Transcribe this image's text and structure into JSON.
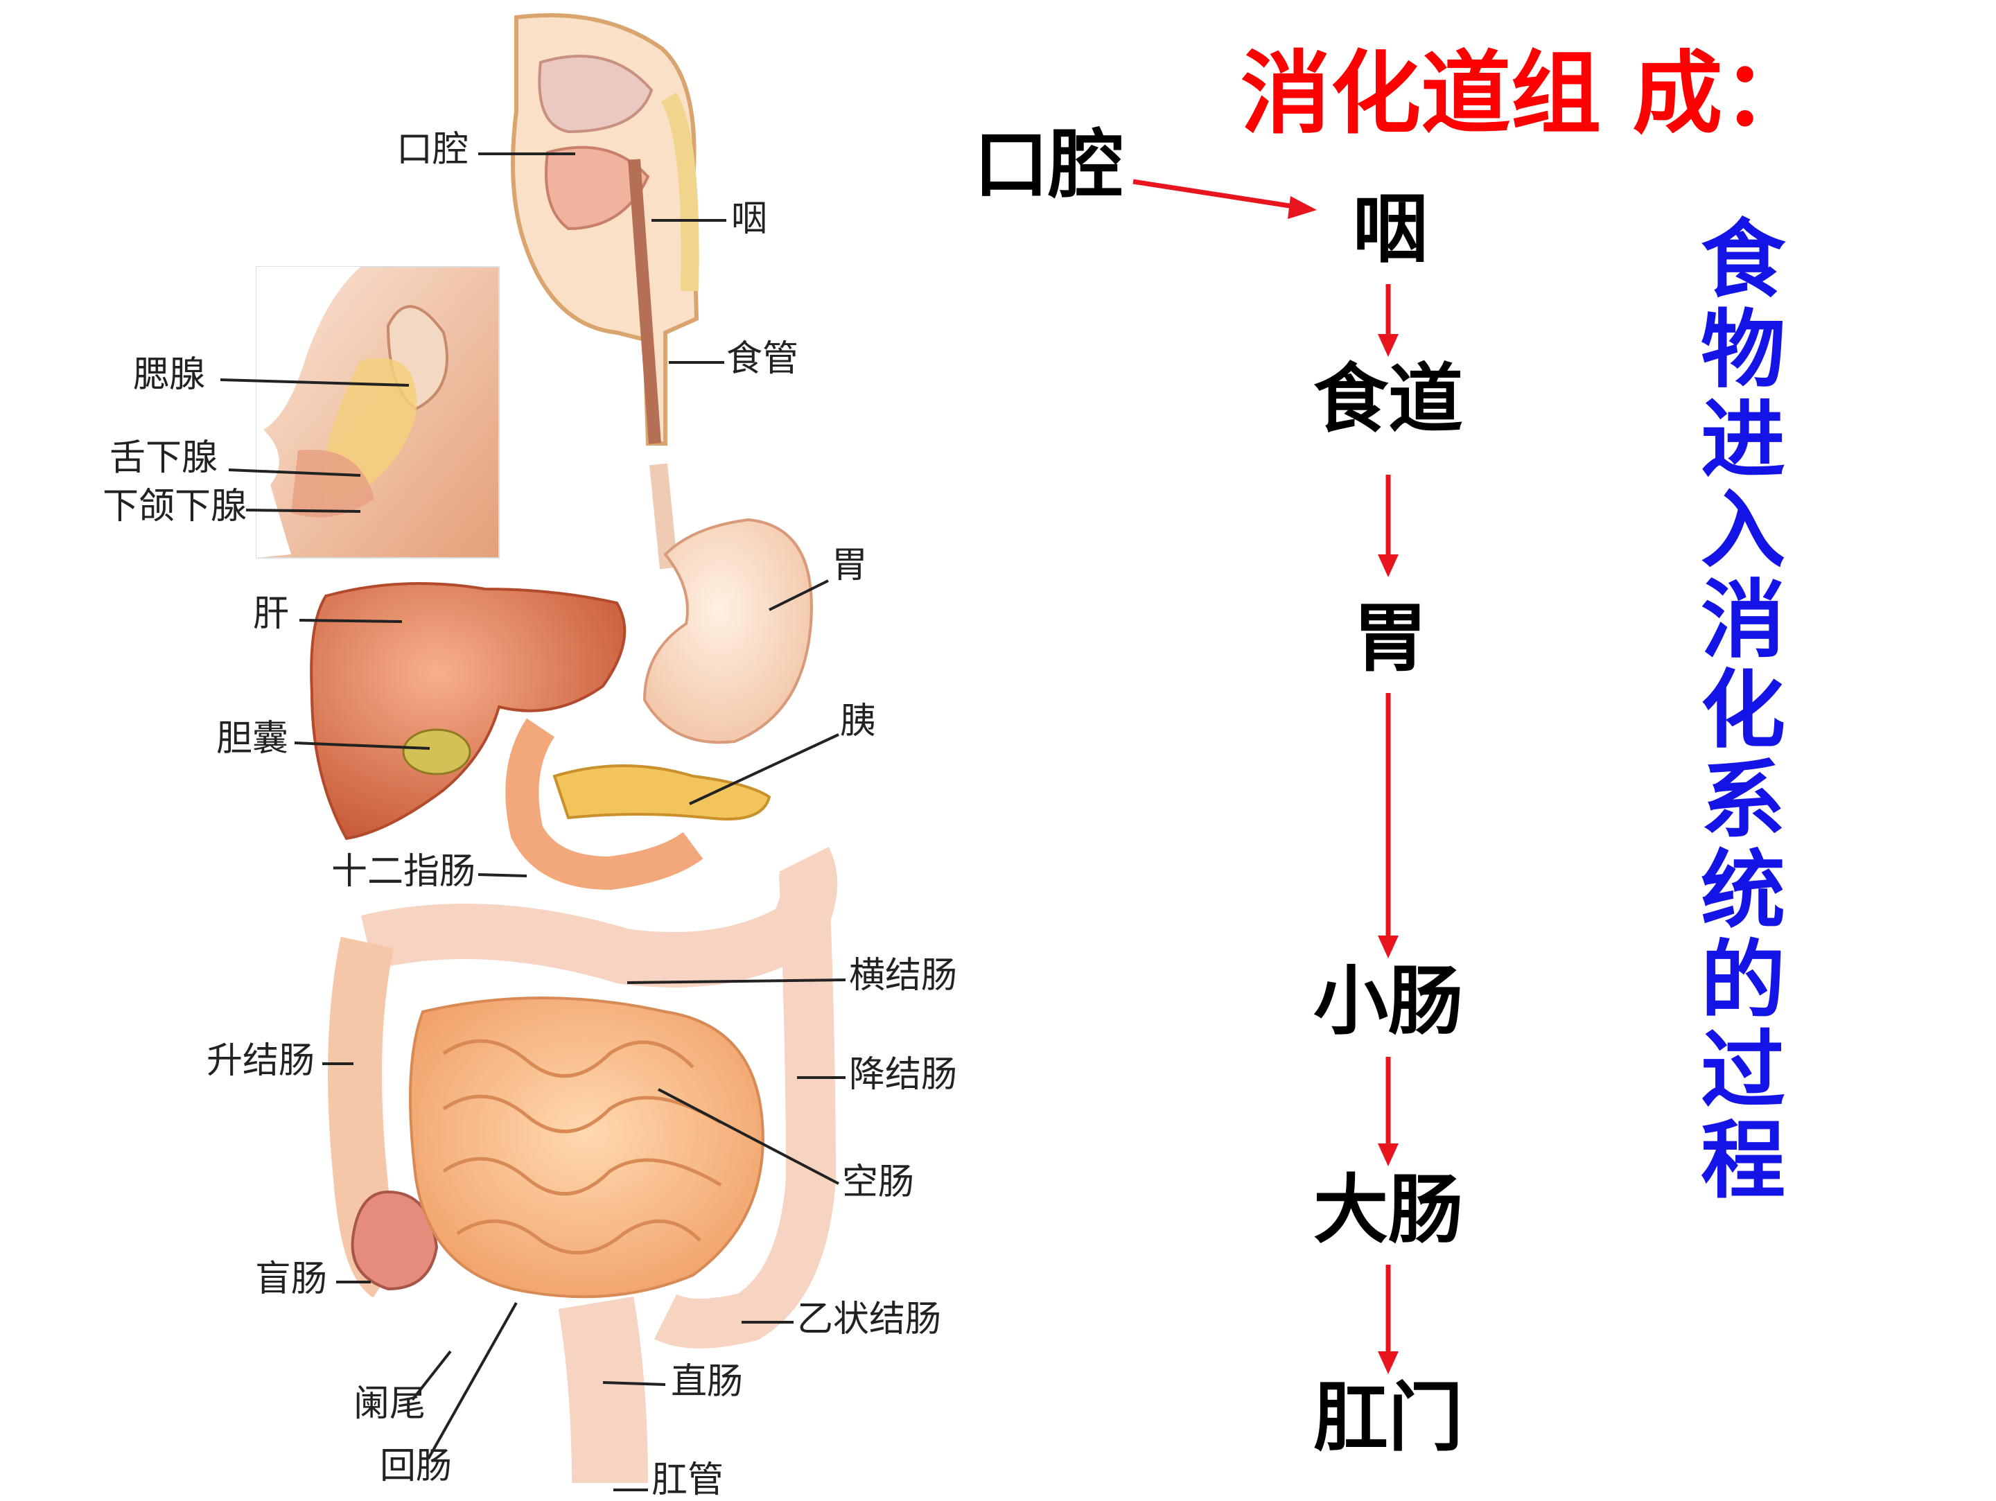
{
  "title": "消化道组 成：",
  "side_note": [
    "食",
    "物",
    "进",
    "入",
    "消",
    "化",
    "系",
    "统",
    "的",
    "过",
    "程"
  ],
  "flow": {
    "oral": "口腔",
    "pharynx": "咽",
    "esophagus": "食道",
    "stomach": "胃",
    "small_intestine": "小肠",
    "large_intestine": "大肠",
    "anus": "肛门"
  },
  "diagram_labels": {
    "oral_cavity": "口腔",
    "pharynx": "咽",
    "esophagus": "食管",
    "parotid": "腮腺",
    "sublingual": "舌下腺",
    "submandibular": "下颌下腺",
    "stomach": "胃",
    "liver": "肝",
    "pancreas": "胰",
    "gallbladder": "胆囊",
    "duodenum": "十二指肠",
    "transverse_colon": "横结肠",
    "ascending_colon": "升结肠",
    "descending_colon": "降结肠",
    "jejunum": "空肠",
    "cecum": "盲肠",
    "sigmoid_colon": "乙状结肠",
    "rectum": "直肠",
    "appendix": "阑尾",
    "ileum": "回肠",
    "anal_canal": "肛管"
  },
  "colors": {
    "title": "#ff0000",
    "side_note": "#1414e6",
    "arrow": "#e8141e"
  }
}
